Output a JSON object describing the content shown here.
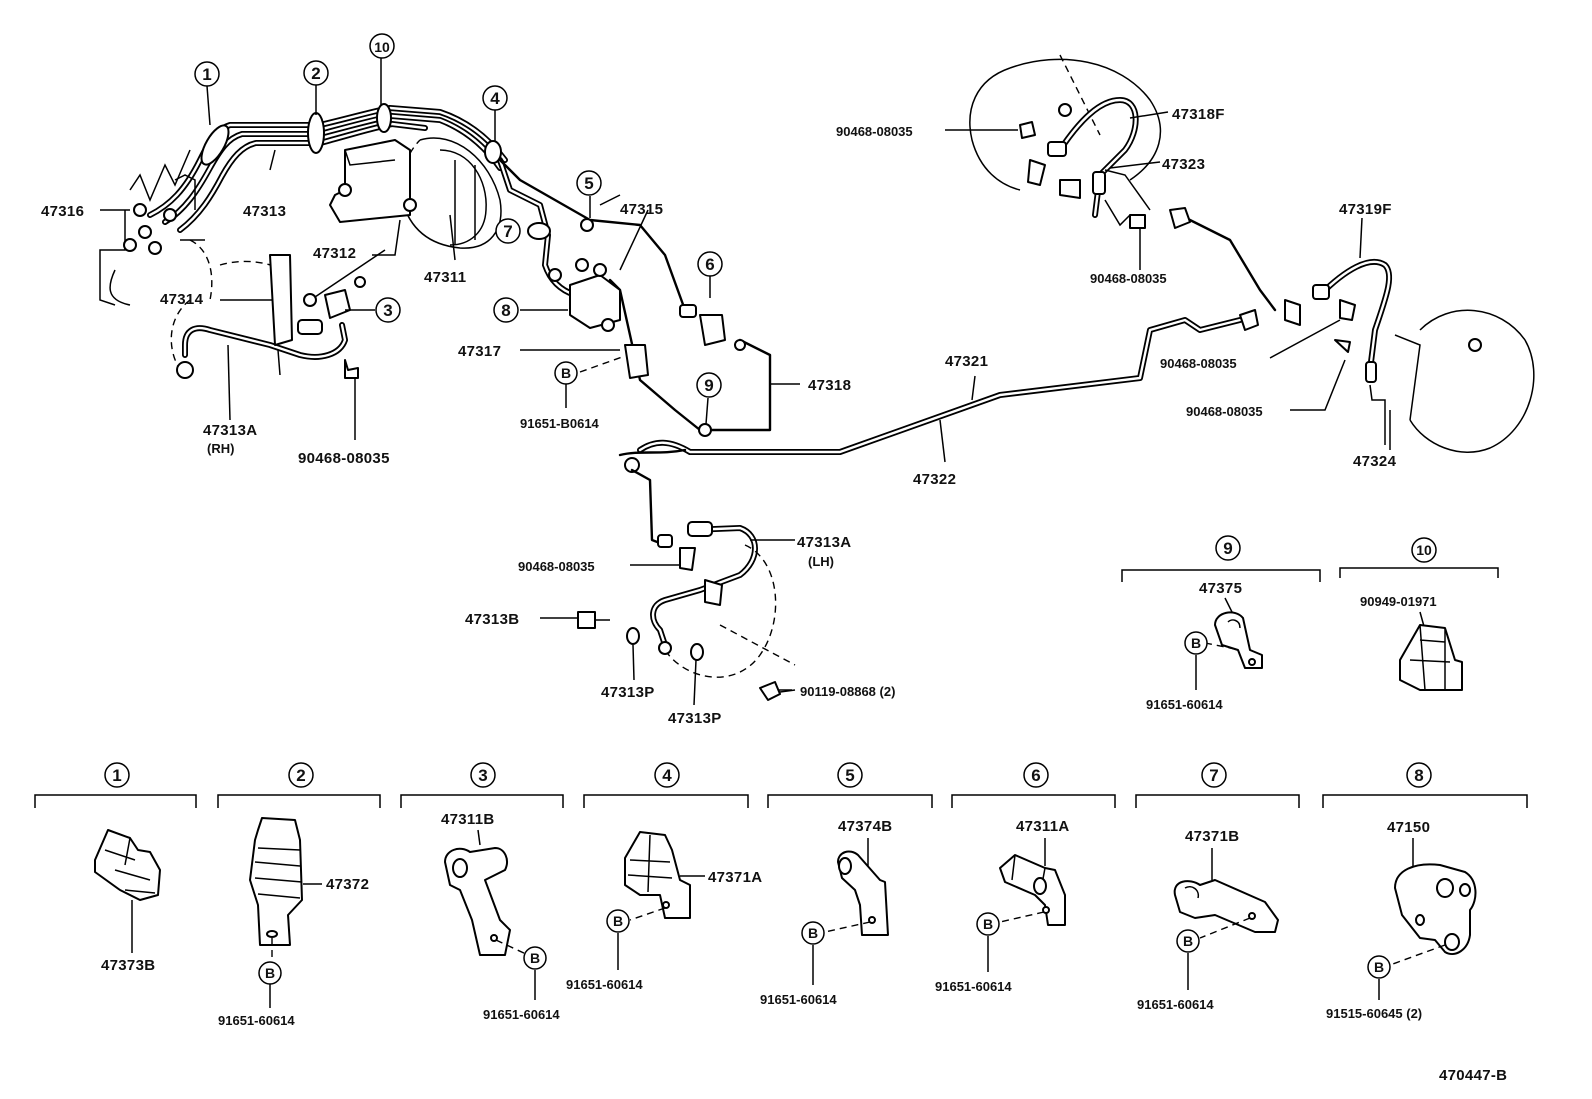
{
  "figure_id": "470447-B",
  "bolt_mark": "B",
  "callouts": {
    "c1": "1",
    "c2": "2",
    "c3": "3",
    "c4": "4",
    "c5": "5",
    "c6": "6",
    "c7": "7",
    "c8": "8",
    "c9": "9",
    "c10": "10"
  },
  "labels": {
    "p47316": "47316",
    "p47313": "47313",
    "p47312": "47312",
    "p47311": "47311",
    "p47314": "47314",
    "p47313A_rh": "47313A",
    "rh": "(RH)",
    "p90468_a": "90468-08035",
    "p47315": "47315",
    "p47317": "47317",
    "p91651_B0614": "91651-B0614",
    "p47318": "47318",
    "p47321": "47321",
    "p47322": "47322",
    "p47313A_lh": "47313A",
    "lh": "(LH)",
    "p90468_b": "90468-08035",
    "p47313B": "47313B",
    "p47313P_a": "47313P",
    "p47313P_b": "47313P",
    "p90119": "90119-08868 (2)",
    "p90468_c": "90468-08035",
    "p47318F": "47318F",
    "p47323": "47323",
    "p90468_d": "90468-08035",
    "p47319F": "47319F",
    "p90468_e": "90468-08035",
    "p90468_f": "90468-08035",
    "p47324": "47324"
  },
  "detail_9": {
    "part": "47375",
    "bolt": "91651-60614"
  },
  "detail_10": {
    "part": "90949-01971"
  },
  "details_bottom": [
    {
      "num": "1",
      "part": "47373B",
      "bolt": ""
    },
    {
      "num": "2",
      "part": "47372",
      "bolt": "91651-60614"
    },
    {
      "num": "3",
      "part": "47311B",
      "bolt": "91651-60614"
    },
    {
      "num": "4",
      "part": "47371A",
      "bolt": "91651-60614"
    },
    {
      "num": "5",
      "part": "47374B",
      "bolt": "91651-60614"
    },
    {
      "num": "6",
      "part": "47311A",
      "bolt": "91651-60614"
    },
    {
      "num": "7",
      "part": "47371B",
      "bolt": "91651-60614"
    },
    {
      "num": "8",
      "part": "47150",
      "bolt": "91515-60645 (2)"
    }
  ]
}
